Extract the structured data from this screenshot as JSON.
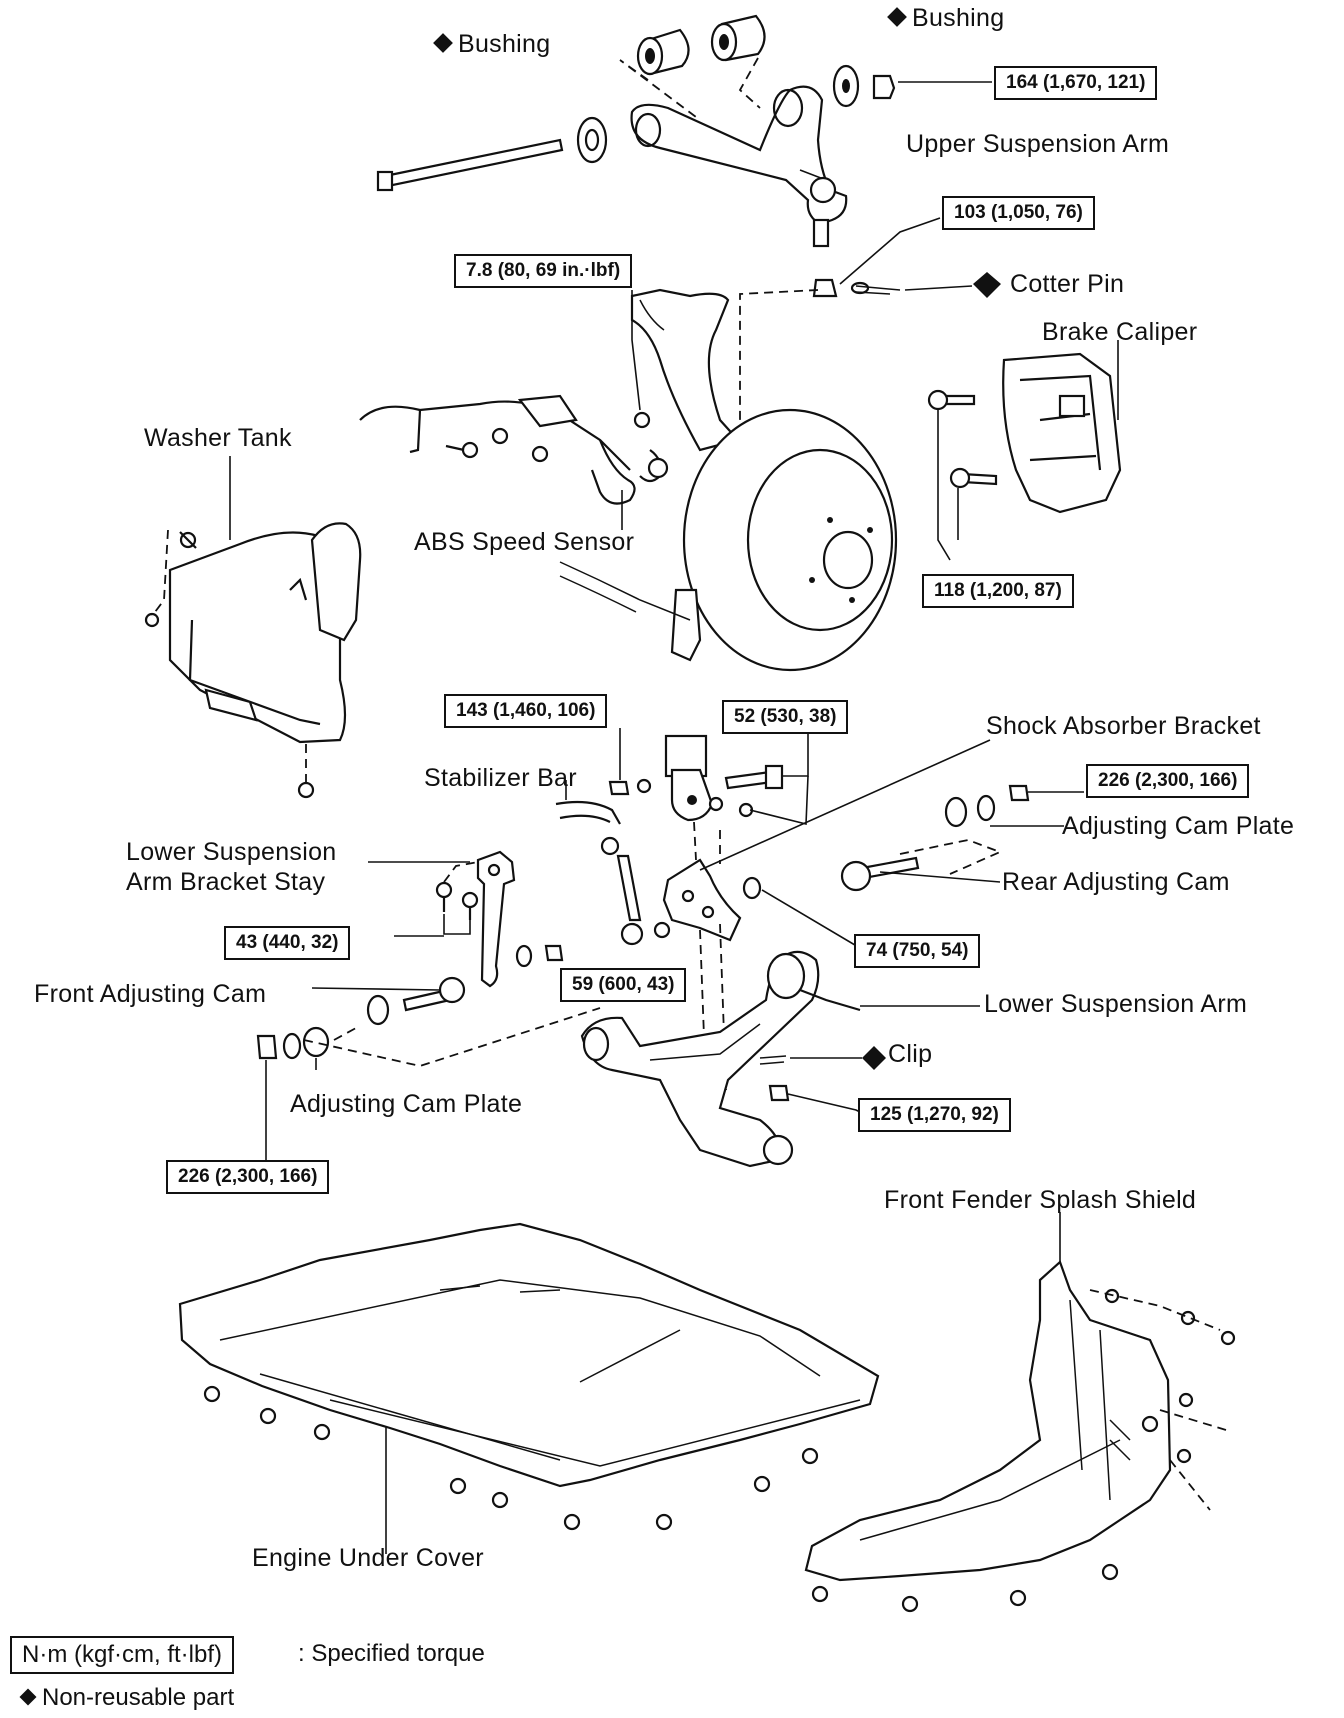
{
  "labels": {
    "bushing_left": "Bushing",
    "bushing_right": "Bushing",
    "upper_suspension_arm": "Upper Suspension Arm",
    "cotter_pin": "Cotter Pin",
    "brake_caliper": "Brake Caliper",
    "washer_tank": "Washer Tank",
    "abs_speed_sensor": "ABS Speed Sensor",
    "shock_absorber_bracket": "Shock Absorber Bracket",
    "stabilizer_bar": "Stabilizer Bar",
    "adjusting_cam_plate_right": "Adjusting Cam Plate",
    "lower_suspension_arm_bracket_stay_1": "Lower Suspension",
    "lower_suspension_arm_bracket_stay_2": "Arm Bracket Stay",
    "rear_adjusting_cam": "Rear Adjusting Cam",
    "front_adjusting_cam": "Front Adjusting Cam",
    "lower_suspension_arm": "Lower Suspension Arm",
    "clip": "Clip",
    "adjusting_cam_plate_left": "Adjusting Cam Plate",
    "front_fender_splash_shield": "Front Fender Splash Shield",
    "engine_under_cover": "Engine Under Cover"
  },
  "torques": {
    "upper_arm_nut": "164 (1,670, 121)",
    "ball_joint_nut": "103 (1,050, 76)",
    "abs_sensor_bolt": "7.8 (80, 69 in.·lbf)",
    "caliper_bolts": "118 (1,200, 87)",
    "stabilizer_link_nut": "143 (1,460, 106)",
    "shock_bolt": "52 (530, 38)",
    "rear_cam_nut": "226 (2,300, 166)",
    "bracket_stay_bolts": "43 (440, 32)",
    "shock_bracket_nut": "74 (750, 54)",
    "stay_nut": "59 (600, 43)",
    "lower_ball_joint_nut": "125 (1,270, 92)",
    "front_cam_nut": "226 (2,300, 166)"
  },
  "legend": {
    "box": "N·m (kgf·cm, ft·lbf)",
    "box_text": ": Specified torque",
    "nonreusable_text": "Non-reusable part"
  }
}
